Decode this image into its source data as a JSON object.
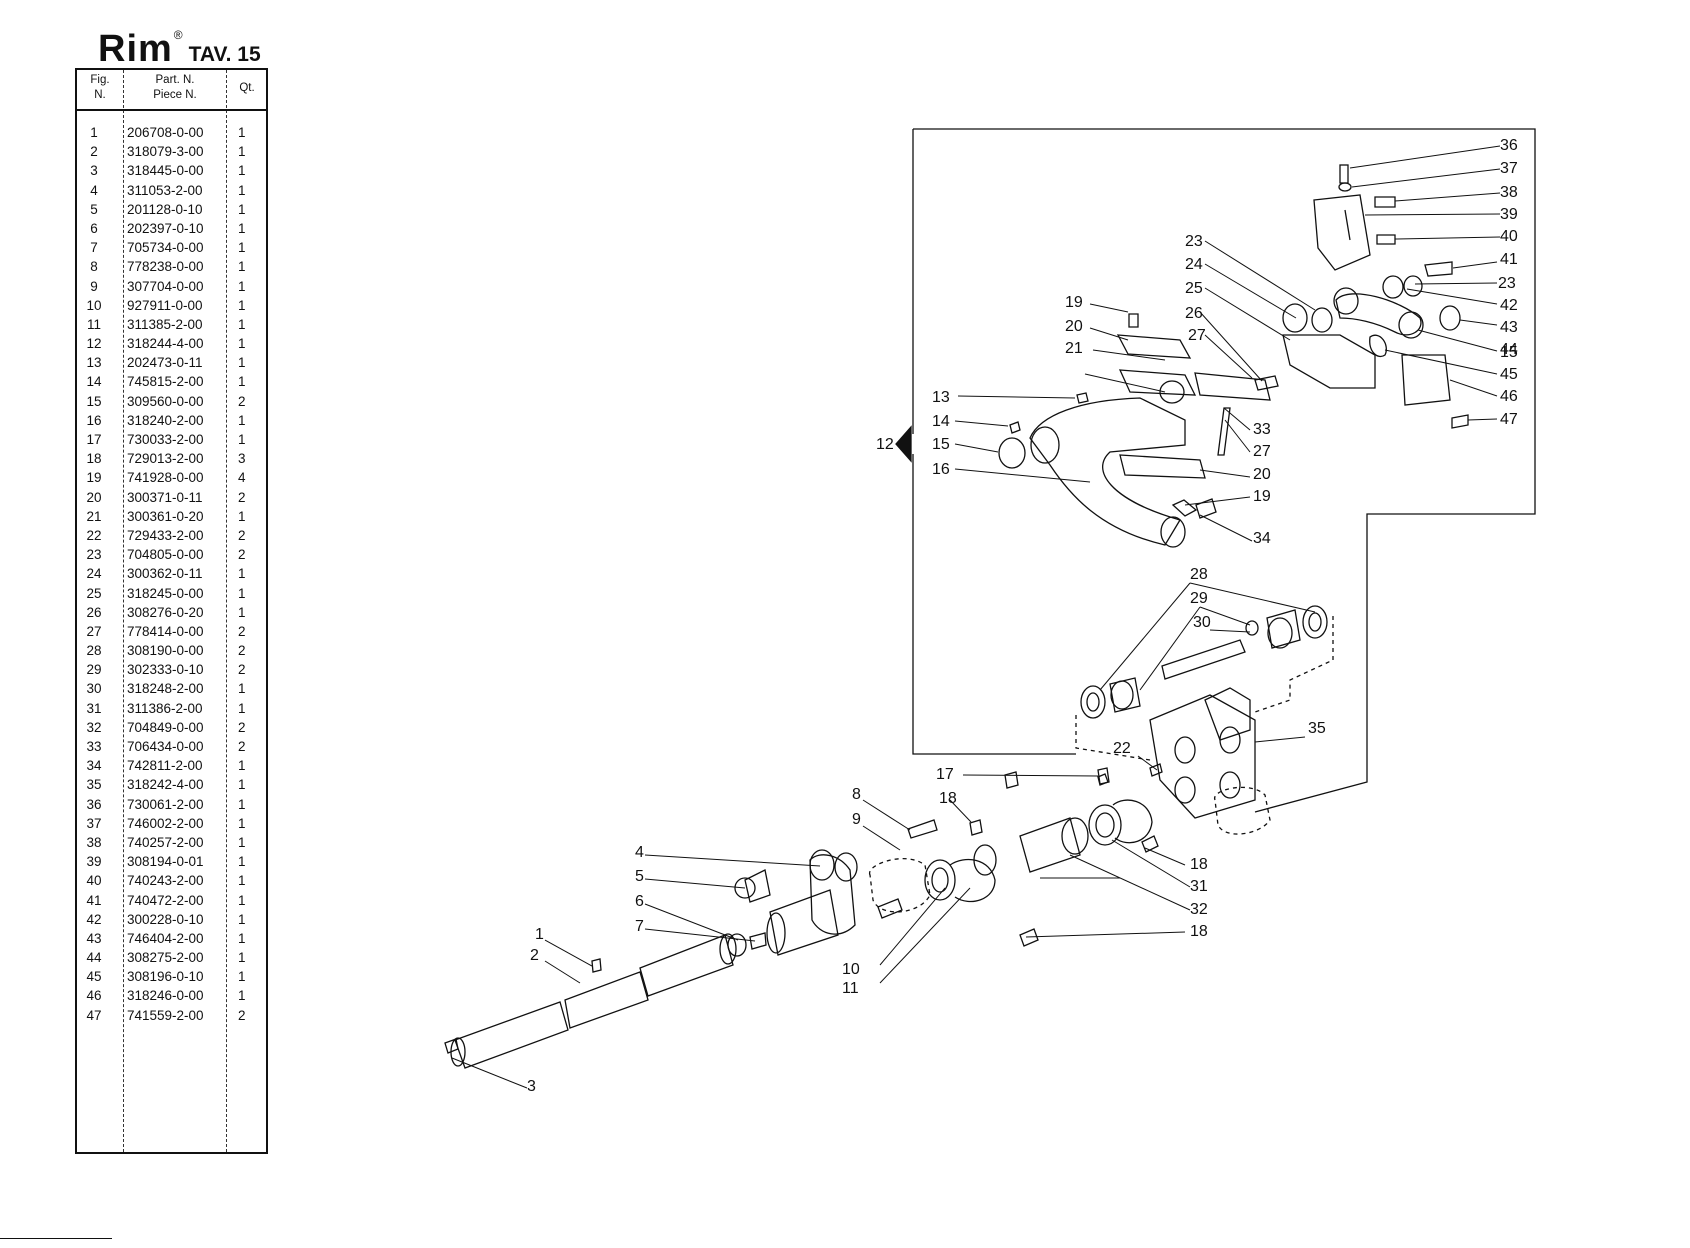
{
  "header": {
    "brand": "Rim",
    "registered": "®",
    "table_ref": "TAV. 15"
  },
  "table": {
    "col_fig": [
      "Fig.",
      "N."
    ],
    "col_part": [
      "Part. N.",
      "Piece N."
    ],
    "col_qty": "Qt.",
    "rows": [
      {
        "fig": "1",
        "part": "206708-0-00",
        "qty": "1"
      },
      {
        "fig": "2",
        "part": "318079-3-00",
        "qty": "1"
      },
      {
        "fig": "3",
        "part": "318445-0-00",
        "qty": "1"
      },
      {
        "fig": "4",
        "part": "311053-2-00",
        "qty": "1"
      },
      {
        "fig": "5",
        "part": "201128-0-10",
        "qty": "1"
      },
      {
        "fig": "6",
        "part": "202397-0-10",
        "qty": "1"
      },
      {
        "fig": "7",
        "part": "705734-0-00",
        "qty": "1"
      },
      {
        "fig": "8",
        "part": "778238-0-00",
        "qty": "1"
      },
      {
        "fig": "9",
        "part": "307704-0-00",
        "qty": "1"
      },
      {
        "fig": "10",
        "part": "927911-0-00",
        "qty": "1"
      },
      {
        "fig": "11",
        "part": "311385-2-00",
        "qty": "1"
      },
      {
        "fig": "12",
        "part": "318244-4-00",
        "qty": "1"
      },
      {
        "fig": "13",
        "part": "202473-0-11",
        "qty": "1"
      },
      {
        "fig": "14",
        "part": "745815-2-00",
        "qty": "1"
      },
      {
        "fig": "15",
        "part": "309560-0-00",
        "qty": "2"
      },
      {
        "fig": "16",
        "part": "318240-2-00",
        "qty": "1"
      },
      {
        "fig": "17",
        "part": "730033-2-00",
        "qty": "1"
      },
      {
        "fig": "18",
        "part": "729013-2-00",
        "qty": "3"
      },
      {
        "fig": "19",
        "part": "741928-0-00",
        "qty": "4"
      },
      {
        "fig": "20",
        "part": "300371-0-11",
        "qty": "2"
      },
      {
        "fig": "21",
        "part": "300361-0-20",
        "qty": "1"
      },
      {
        "fig": "22",
        "part": "729433-2-00",
        "qty": "2"
      },
      {
        "fig": "23",
        "part": "704805-0-00",
        "qty": "2"
      },
      {
        "fig": "24",
        "part": "300362-0-11",
        "qty": "1"
      },
      {
        "fig": "25",
        "part": "318245-0-00",
        "qty": "1"
      },
      {
        "fig": "26",
        "part": "308276-0-20",
        "qty": "1"
      },
      {
        "fig": "27",
        "part": "778414-0-00",
        "qty": "2"
      },
      {
        "fig": "28",
        "part": "308190-0-00",
        "qty": "2"
      },
      {
        "fig": "29",
        "part": "302333-0-10",
        "qty": "2"
      },
      {
        "fig": "30",
        "part": "318248-2-00",
        "qty": "1"
      },
      {
        "fig": "31",
        "part": "311386-2-00",
        "qty": "1"
      },
      {
        "fig": "32",
        "part": "704849-0-00",
        "qty": "2"
      },
      {
        "fig": "33",
        "part": "706434-0-00",
        "qty": "2"
      },
      {
        "fig": "34",
        "part": "742811-2-00",
        "qty": "1"
      },
      {
        "fig": "35",
        "part": "318242-4-00",
        "qty": "1"
      },
      {
        "fig": "36",
        "part": "730061-2-00",
        "qty": "1"
      },
      {
        "fig": "37",
        "part": "746002-2-00",
        "qty": "1"
      },
      {
        "fig": "38",
        "part": "740257-2-00",
        "qty": "1"
      },
      {
        "fig": "39",
        "part": "308194-0-01",
        "qty": "1"
      },
      {
        "fig": "40",
        "part": "740243-2-00",
        "qty": "1"
      },
      {
        "fig": "41",
        "part": "740472-2-00",
        "qty": "1"
      },
      {
        "fig": "42",
        "part": "300228-0-10",
        "qty": "1"
      },
      {
        "fig": "43",
        "part": "746404-2-00",
        "qty": "1"
      },
      {
        "fig": "44",
        "part": "308275-2-00",
        "qty": "1"
      },
      {
        "fig": "45",
        "part": "308196-0-10",
        "qty": "1"
      },
      {
        "fig": "46",
        "part": "318246-0-00",
        "qty": "1"
      },
      {
        "fig": "47",
        "part": "741559-2-00",
        "qty": "2"
      }
    ]
  },
  "drawing": {
    "callouts": [
      "1",
      "2",
      "3",
      "4",
      "5",
      "6",
      "7",
      "8",
      "9",
      "10",
      "11",
      "12",
      "13",
      "14",
      "15",
      "15",
      "16",
      "17",
      "18",
      "18",
      "18",
      "19",
      "19",
      "20",
      "20",
      "21",
      "22",
      "23",
      "23",
      "24",
      "25",
      "26",
      "27",
      "27",
      "28",
      "29",
      "30",
      "31",
      "32",
      "33",
      "34",
      "35",
      "36",
      "37",
      "38",
      "39",
      "40",
      "41",
      "42",
      "43",
      "44",
      "45",
      "46",
      "47"
    ]
  }
}
